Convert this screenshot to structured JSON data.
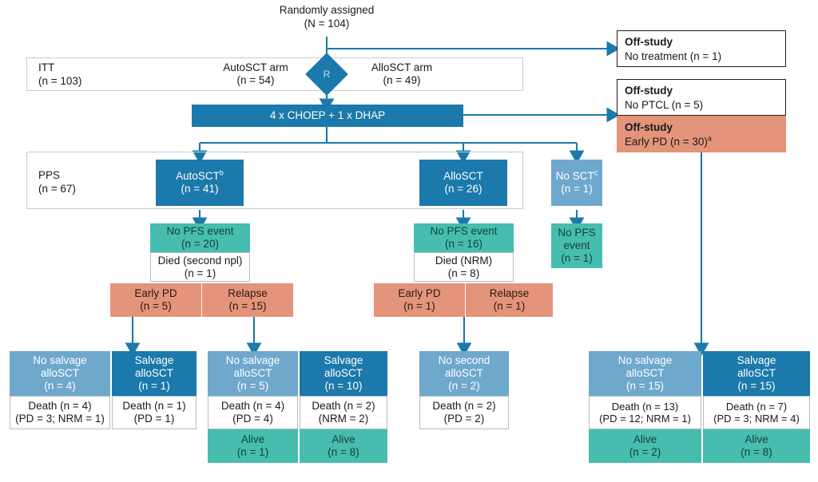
{
  "figure": {
    "type": "consort-flow-diagram",
    "colors": {
      "dark_blue": "#1b79ab",
      "medium_blue": "#6fa8cd",
      "teal": "#46bdae",
      "salmon": "#e3947a",
      "white": "#ffffff",
      "outline_gray": "#c9cbcd",
      "connector": "#1b79ab"
    }
  },
  "top": {
    "randomized_line1": "Randomly assigned",
    "randomized_line2": "(N = 104)",
    "randomization_node": "R"
  },
  "itt": {
    "label_line1": "ITT",
    "label_line2": "(n = 103)",
    "auto_arm_line1": "AutoSCT arm",
    "auto_arm_line2": "(n = 54)",
    "allo_arm_line1": "AlloSCT arm",
    "allo_arm_line2": "(n = 49)"
  },
  "induction": {
    "label": "4 x CHOEP + 1 x DHAP"
  },
  "off_study": [
    {
      "title": "Off-study",
      "detail": "No treatment (n = 1)",
      "style": "white"
    },
    {
      "title": "Off-study",
      "detail": "No PTCL (n = 5)",
      "style": "white"
    },
    {
      "title": "Off-study",
      "detail": "Early PD (n = 30)",
      "superscript": "a",
      "style": "salmon"
    }
  ],
  "pps": {
    "label_line1": "PPS",
    "label_line2": "(n = 67)",
    "auto_sct": {
      "line1": "AutoSCT",
      "superscript": "b",
      "line2": "(n = 41)"
    },
    "allo_sct": {
      "line1": "AlloSCT",
      "line2": "(n = 26)"
    },
    "no_sct": {
      "line1": "No SCT",
      "superscript": "c",
      "line2": "(n = 1)"
    }
  },
  "auto_branch": {
    "no_pfs_event": {
      "line1": "No PFS event",
      "line2": "(n = 20)"
    },
    "died": {
      "line1": "Died (second npl)",
      "line2": "(n = 1)"
    },
    "early_pd": {
      "line1": "Early PD",
      "line2": "(n = 5)"
    },
    "relapse": {
      "line1": "Relapse",
      "line2": "(n = 15)"
    }
  },
  "allo_branch": {
    "no_pfs_event": {
      "line1": "No PFS event",
      "line2": "(n = 16)"
    },
    "died": {
      "line1": "Died (NRM)",
      "line2": "(n = 8)"
    },
    "early_pd": {
      "line1": "Early PD",
      "line2": "(n = 1)"
    },
    "relapse": {
      "line1": "Relapse",
      "line2": "(n = 1)"
    }
  },
  "no_sct_branch": {
    "no_pfs_event": {
      "line1": "No PFS",
      "line2": "event",
      "line3": "(n = 1)"
    }
  },
  "outcomes": {
    "auto_earlypd": {
      "head_line1": "No salvage",
      "head_line2": "alloSCT",
      "head_line3": "(n = 4)",
      "death_line1": "Death (n = 4)",
      "death_line2": "(PD = 3; NRM = 1)"
    },
    "auto_earlypd_salvage": {
      "head_line1": "Salvage",
      "head_line2": "alloSCT",
      "head_line3": "(n = 1)",
      "death_line1": "Death (n = 1)",
      "death_line2": "(PD = 1)"
    },
    "auto_relapse_nosalvage": {
      "head_line1": "No salvage",
      "head_line2": "alloSCT",
      "head_line3": "(n = 5)",
      "death_line1": "Death (n = 4)",
      "death_line2": "(PD = 4)",
      "alive_line1": "Alive",
      "alive_line2": "(n = 1)"
    },
    "auto_relapse_salvage": {
      "head_line1": "Salvage",
      "head_line2": "alloSCT",
      "head_line3": "(n = 10)",
      "death_line1": "Death (n = 2)",
      "death_line2": "(NRM = 2)",
      "alive_line1": "Alive",
      "alive_line2": "(n = 8)"
    },
    "allo_no_second": {
      "head_line1": "No second",
      "head_line2": "alloSCT",
      "head_line3": "(n = 2)",
      "death_line1": "Death (n = 2)",
      "death_line2": "(PD = 2)"
    },
    "offstudy_nosalvage": {
      "head_line1": "No salvage",
      "head_line2": "alloSCT",
      "head_line3": "(n = 15)",
      "death_line1": "Death (n = 13)",
      "death_line2": "(PD = 12; NRM = 1)",
      "alive_line1": "Alive",
      "alive_line2": "(n = 2)"
    },
    "offstudy_salvage": {
      "head_line1": "Salvage",
      "head_line2": "alloSCT",
      "head_line3": "(n = 15)",
      "death_line1": "Death (n = 7)",
      "death_line2": "(PD = 3; NRM = 4)",
      "alive_line1": "Alive",
      "alive_line2": "(n = 8)"
    }
  }
}
